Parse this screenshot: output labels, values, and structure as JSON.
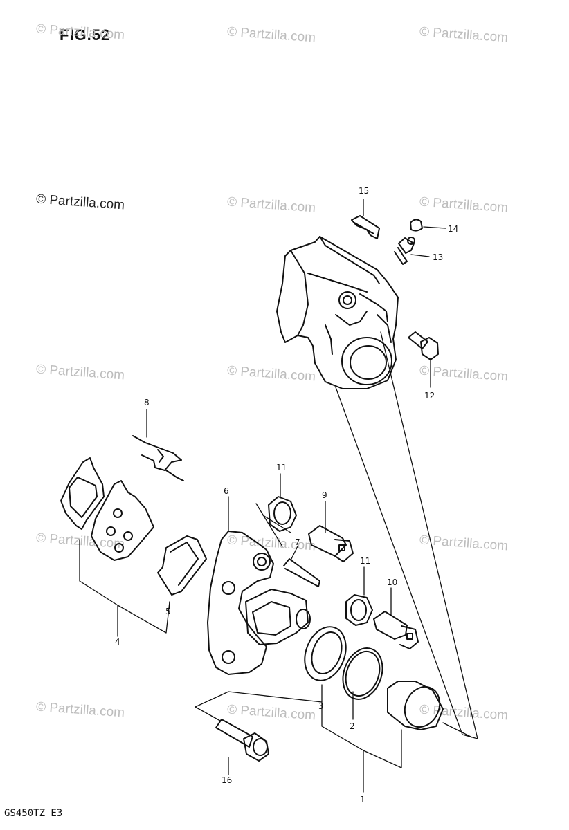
{
  "figure": {
    "title": "FIG.52",
    "model_code": "GS450TZ  E3"
  },
  "watermark": {
    "text": "© Partzilla.com"
  },
  "callouts": {
    "n1": "1",
    "n2": "2",
    "n3": "3",
    "n4": "4",
    "n5": "5",
    "n6": "6",
    "n7": "7",
    "n8": "8",
    "n9": "9",
    "n10": "10",
    "n11a": "11",
    "n11b": "11",
    "n12": "12",
    "n13": "13",
    "n14": "14",
    "n15": "15",
    "n16": "16"
  },
  "colors": {
    "ink": "#111111",
    "watermark": "#bdbdbd"
  }
}
